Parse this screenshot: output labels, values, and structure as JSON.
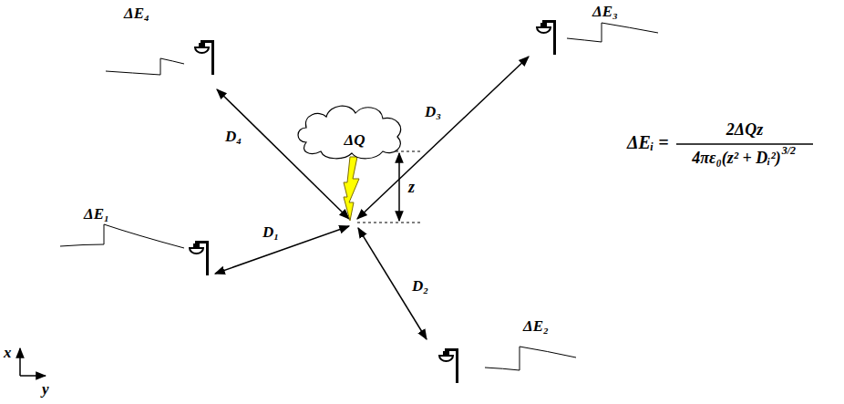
{
  "diagram": {
    "nodes": [
      {
        "text": [
          "ΔQ"
        ]
      }
    ],
    "labels": [
      "ΔE₄",
      "ΔE₃",
      "D₄",
      "D₃",
      "z",
      "ΔEᵢ =",
      "2ΔQz",
      "4πε₀(z² + Dᵢ²)",
      "3/2",
      "D₁",
      "ΔE₁",
      "D₂",
      "ΔE₂",
      "x",
      "y"
    ]
  }
}
